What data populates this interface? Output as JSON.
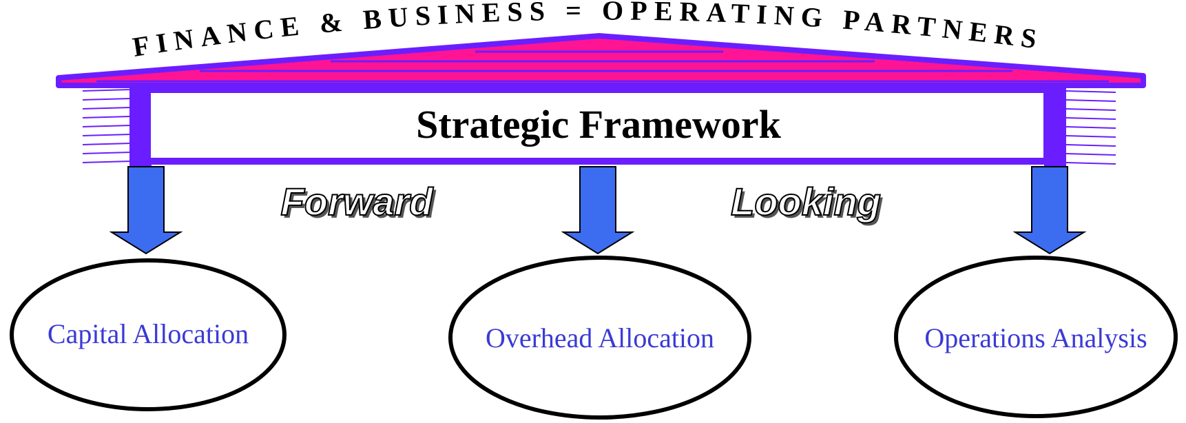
{
  "banner": {
    "text": "FINANCE & BUSINESS = OPERATING PARTNERS"
  },
  "framework": {
    "title": "Strategic Framework"
  },
  "tagline": {
    "left": "Forward",
    "right": "Looking"
  },
  "nodes": [
    {
      "label": "Capital Allocation"
    },
    {
      "label": "Overhead Allocation"
    },
    {
      "label": "Operations Analysis"
    }
  ],
  "colors": {
    "roof_outline": "#6A1EFF",
    "roof_fill": "#FF1493",
    "frame": "#6A1EFF",
    "arrow": "#3C6CF0",
    "node_text": "#3A3AD6",
    "ellipse_stroke": "#000000"
  }
}
